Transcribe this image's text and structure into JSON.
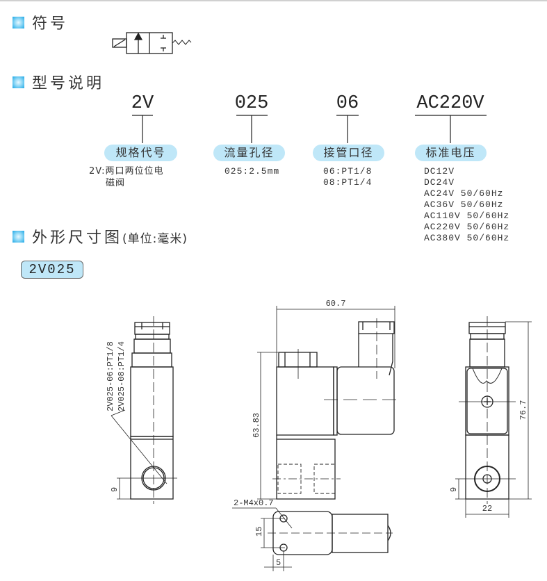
{
  "sections": {
    "symbol": "符号",
    "model": "型号说明",
    "dimensions": "外形尺寸图",
    "dimensions_unit": "(单位:毫米)"
  },
  "model_code": [
    {
      "code": "2V",
      "label": "规格代号",
      "values": [
        "2V:两口两位位电",
        "磁阀"
      ]
    },
    {
      "code": "025",
      "label": "流量孔径",
      "values": [
        "025:2.5mm"
      ]
    },
    {
      "code": "06",
      "label": "接管口径",
      "values": [
        "06:PT1/8",
        "08:PT1/4"
      ]
    },
    {
      "code": "AC220V",
      "label": "标准电压",
      "values": [
        "DC12V",
        "DC24V",
        "AC24V 50/60Hz",
        "AC36V 50/60Hz",
        "AC110V 50/60Hz",
        "AC220V 50/60Hz",
        "AC380V 50/60Hz"
      ]
    }
  ],
  "model_badge": "2V025",
  "drawing": {
    "port_label_1": "2V025-06:PT1/8",
    "port_label_2": "2V025-08:PT1/4",
    "dim_width": "60.7",
    "dim_height_side": "63.83",
    "dim_height_total": "76.7",
    "dim_port_left": "9",
    "dim_port_right": "9",
    "dim_body_width": "22",
    "thread_label": "2-M4x0.7",
    "dim_hole_spacing": "15",
    "dim_hole_offset": "5"
  },
  "colors": {
    "accent": "#1fa8e6",
    "pill": "#bfe7f8"
  }
}
